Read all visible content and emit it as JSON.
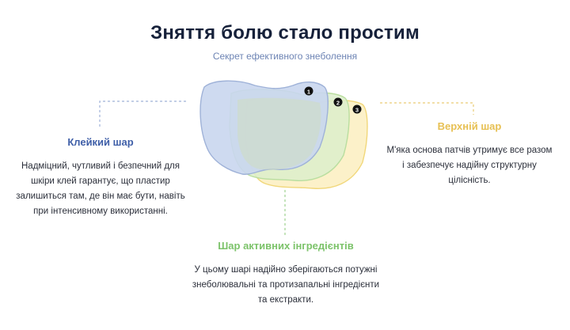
{
  "header": {
    "title": "Зняття болю стало простим",
    "subtitle": "Секрет ефективного знеболення"
  },
  "layers": {
    "sticky": {
      "title": "Клейкий шар",
      "text": "Надміцний, чутливий і безпечний для шкіри клей гарантує, що пластир залишиться там, де він має бути, навіть при інтенсивному використанні.",
      "color": "#3f5fa8"
    },
    "top": {
      "title": "Верхній шар",
      "text": "М'яка основа патчів утримує все разом і забезпечує надійну структурну цілісність.",
      "color": "#e7c053"
    },
    "active": {
      "title": "Шар активних інгредієнтів",
      "text": "У цьому шарі надійно зберігаються потужні знеболювальні та протизапальні інгредієнти та екстракти.",
      "color": "#7cc36a"
    }
  },
  "markers": [
    "1",
    "2",
    "3"
  ]
}
